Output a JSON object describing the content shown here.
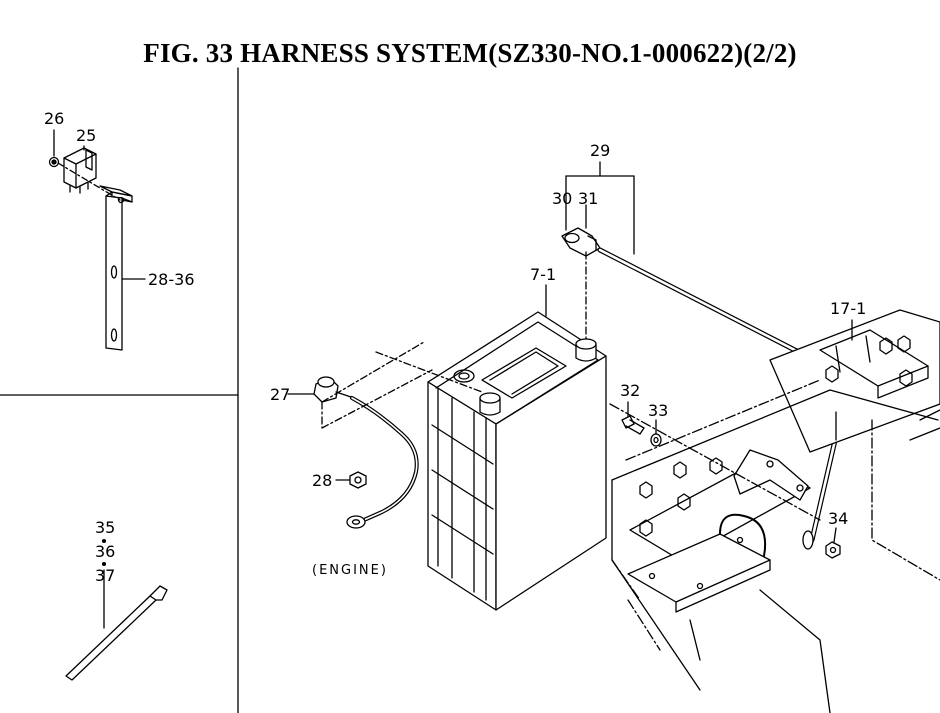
{
  "title": "FIG. 33  HARNESS SYSTEM(SZ330-NO.1-000622)(2/2)",
  "callouts": {
    "c26": "26",
    "c25": "25",
    "c28_36": "28-36",
    "c35": "35",
    "c36": "36",
    "c37": "37",
    "c29": "29",
    "c30": "30",
    "c31": "31",
    "c7_1": "7-1",
    "c17_1": "17-1",
    "c27": "27",
    "c28": "28",
    "c32": "32",
    "c33": "33",
    "c34": "34",
    "engine": "(ENGINE)"
  }
}
